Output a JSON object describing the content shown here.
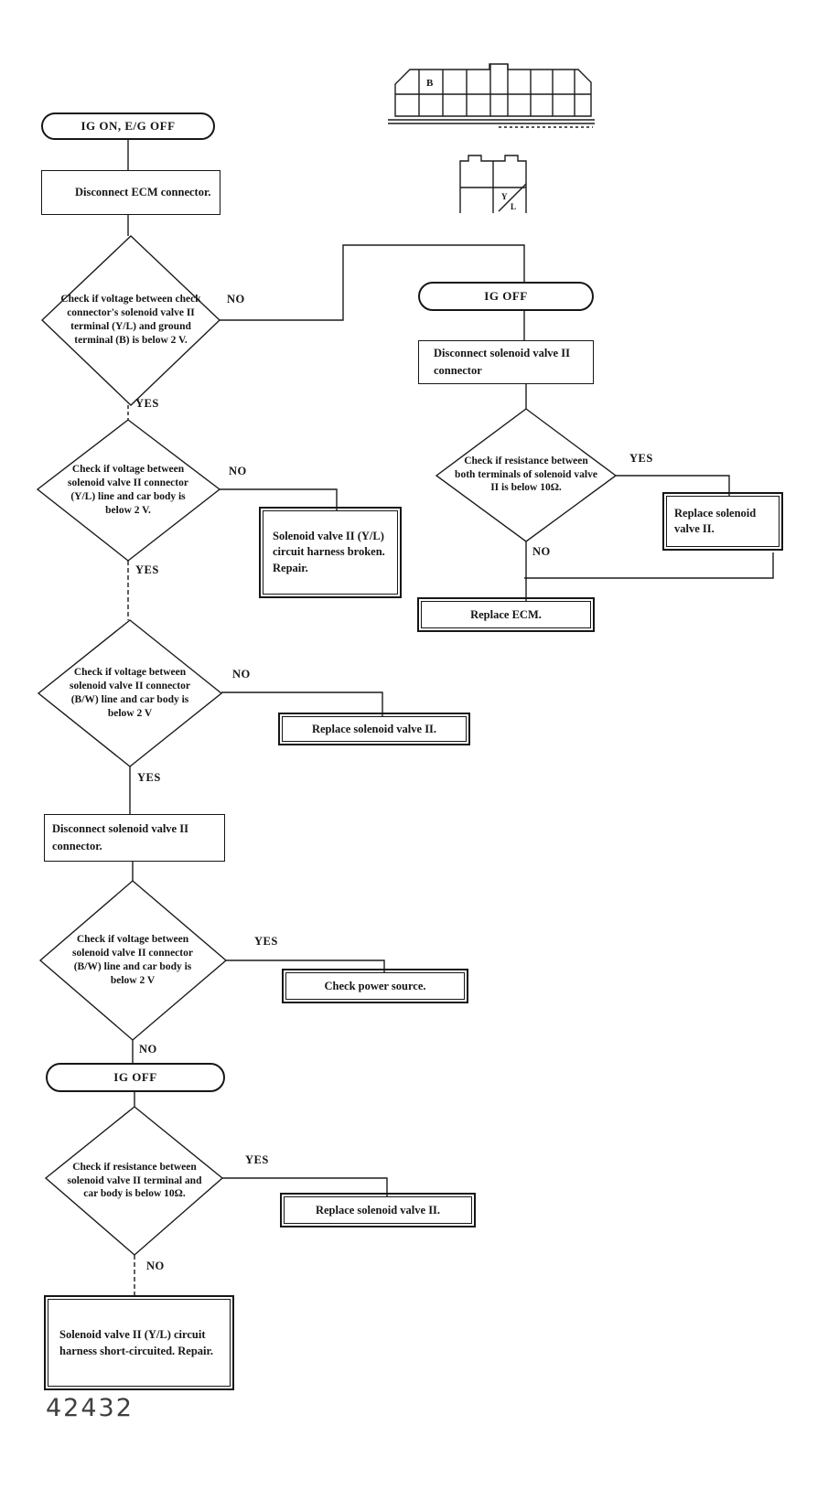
{
  "figure": {
    "number": "42432"
  },
  "labels": {
    "yes": "YES",
    "no": "NO"
  },
  "connectors": {
    "ecm": {
      "pin_b": "B"
    },
    "valve": {
      "pin_y": "Y",
      "pin_l": "L"
    }
  },
  "flow": {
    "start_pill": "IG ON, E/G OFF",
    "disconnect_ecm": "Disconnect ECM connector.",
    "d1": "Check if voltage between check connector's solenoid valve II terminal (Y/L) and ground terminal (B) is below 2 V.",
    "d2": "Check if voltage between solenoid valve II connector (Y/L) line and car body is below 2 V.",
    "harness_broken": "Solenoid valve II (Y/L) circuit harness broken. Repair.",
    "d3": "Check if voltage between solenoid valve II connector (B/W) line and car body is below 2 V",
    "replace_valve_mid": "Replace solenoid valve II.",
    "disconnect_valve_left": "Disconnect solenoid valve II connector.",
    "d4": "Check if voltage between solenoid valve II connector (B/W) line and car body is below 2 V",
    "check_power": "Check power source.",
    "ig_off_left": "IG OFF",
    "d5": "Check if resistance between solenoid valve II terminal and car body is below 10Ω.",
    "replace_valve_bottom": "Replace solenoid valve II.",
    "harness_short": "Solenoid valve II (Y/L) circuit harness short-circuited. Repair.",
    "ig_off_right": "IG OFF",
    "disconnect_valve_right": "Disconnect solenoid valve II connector",
    "dr": "Check if resistance between both terminals of solenoid valve II is below 10Ω.",
    "replace_valve_right": "Replace solenoid valve II.",
    "replace_ecm": "Replace ECM."
  }
}
